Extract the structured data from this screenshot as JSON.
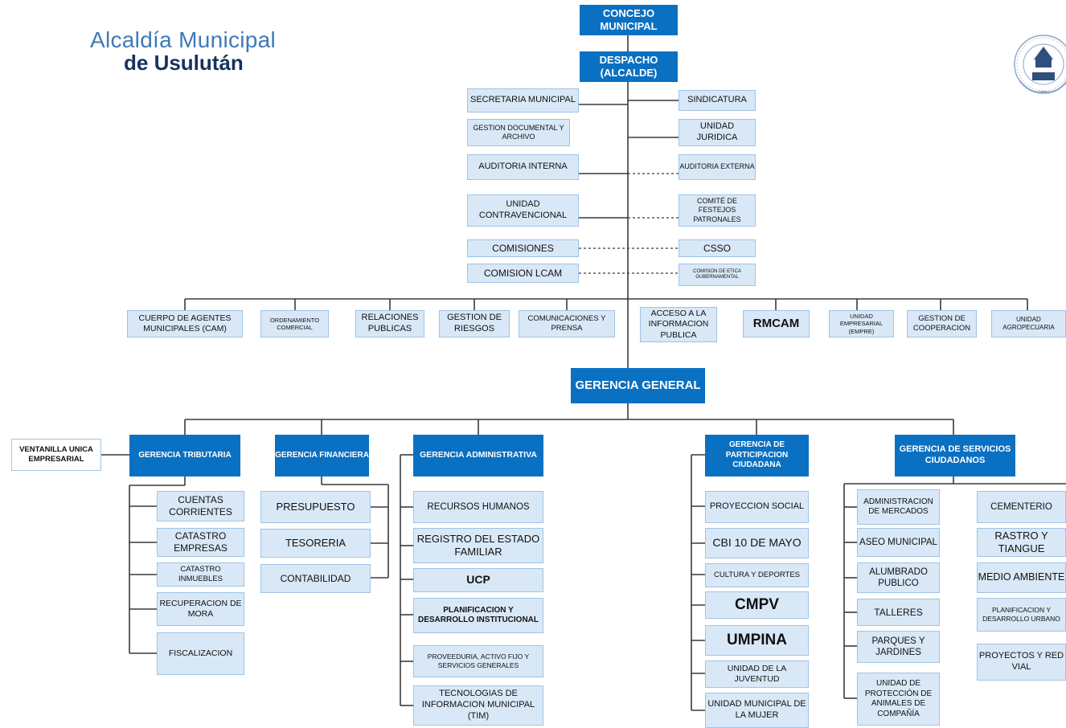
{
  "brand": {
    "line1": "Alcaldía Municipal",
    "line2": "de Usulután",
    "seal_text": "ALCALDIA MUNICIPAL USULUTAN"
  },
  "colors": {
    "dark": "#0a70c2",
    "light": "#d9e8f7",
    "border": "#9fc3e6",
    "line": "#3a3a3a"
  },
  "top": {
    "concejo": "CONCEJO MUNICIPAL",
    "despacho": "DESPACHO (ALCALDE)",
    "gerencia_general": "GERENCIA GENERAL"
  },
  "despacho_left": [
    "SECRETARIA MUNICIPAL",
    "GESTION DOCUMENTAL Y ARCHIVO",
    "AUDITORIA INTERNA",
    "UNIDAD CONTRAVENCIONAL",
    "COMISIONES",
    "COMISION LCAM"
  ],
  "despacho_right": [
    "SINDICATURA",
    "UNIDAD JURIDICA",
    "AUDITORIA EXTERNA",
    "COMITÉ DE FESTEJOS PATRONALES",
    "CSSO",
    "COMISION DE ETICA GUBERNAMENTAL"
  ],
  "staff_units": [
    "CUERPO DE AGENTES MUNICIPALES (CAM)",
    "ORDENAMIENTO COMERCIAL",
    "RELACIONES PUBLICAS",
    "GESTION DE RIESGOS",
    "COMUNICACIONES Y PRENSA",
    "ACCESO A LA INFORMACION PUBLICA",
    "RMCAM",
    "UNIDAD EMPRESARIAL (EMPRE)",
    "GESTION DE COOPERACION",
    "UNIDAD AGROPECUARIA"
  ],
  "gerencias": {
    "tributaria": {
      "title": "GERENCIA TRIBUTARIA",
      "side": "VENTANILLA UNICA EMPRESARIAL",
      "units": [
        "CUENTAS CORRIENTES",
        "CATASTRO EMPRESAS",
        "CATASTRO INMUEBLES",
        "RECUPERACION DE MORA",
        "FISCALIZACION"
      ]
    },
    "financiera": {
      "title": "GERENCIA FINANCIERA",
      "units": [
        "PRESUPUESTO",
        "TESORERIA",
        "CONTABILIDAD"
      ]
    },
    "administrativa": {
      "title": "GERENCIA ADMINISTRATIVA",
      "units": [
        "RECURSOS HUMANOS",
        "REGISTRO DEL ESTADO FAMILIAR",
        "UCP",
        "PLANIFICACION Y DESARROLLO INSTITUCIONAL",
        "PROVEEDURIA, ACTIVO FIJO Y SERVICIOS GENERALES",
        "TECNOLOGIAS DE INFORMACION MUNICIPAL (TIM)"
      ]
    },
    "participacion": {
      "title": "GERENCIA DE PARTICIPACION CIUDADANA",
      "units": [
        "PROYECCION SOCIAL",
        "CBI 10 DE MAYO",
        "CULTURA Y DEPORTES",
        "CMPV",
        "UMPINA",
        "UNIDAD DE LA JUVENTUD",
        "UNIDAD MUNICIPAL DE LA MUJER"
      ]
    },
    "servicios": {
      "title": "GERENCIA DE SERVICIOS CIUDADANOS",
      "units_left": [
        "ADMINISTRACION DE MERCADOS",
        "ASEO MUNICIPAL",
        "ALUMBRADO PUBLICO",
        "TALLERES",
        "PARQUES Y JARDINES",
        "UNIDAD DE PROTECCIÓN DE ANIMALES DE COMPAÑÍA"
      ],
      "units_right": [
        "CEMENTERIO",
        "RASTRO Y TIANGUE",
        "MEDIO AMBIENTE",
        "PLANIFICACION Y DESARROLLO URBANO",
        "PROYECTOS Y RED VIAL"
      ]
    }
  }
}
